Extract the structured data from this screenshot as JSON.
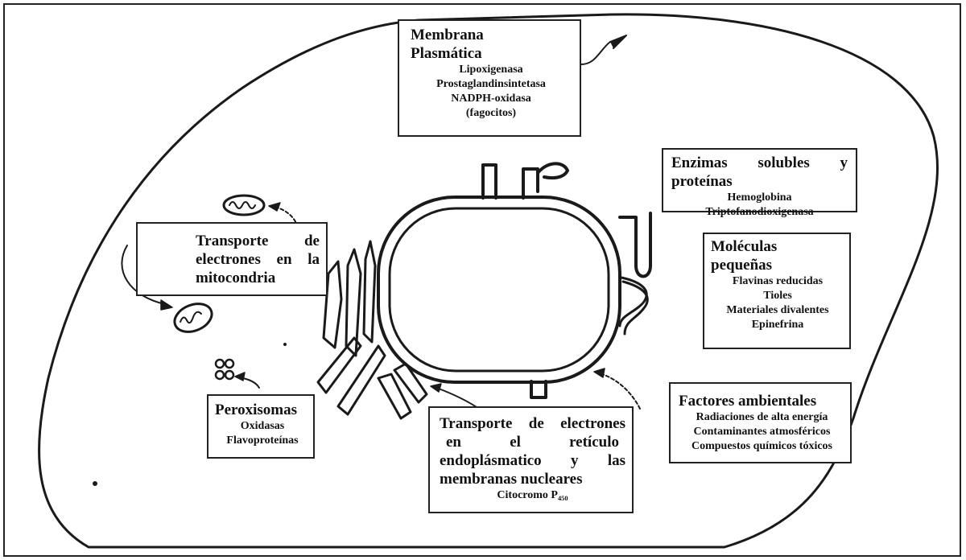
{
  "labels": {
    "membrana": {
      "title_1": "Membrana",
      "title_2": "Plasmática",
      "items": [
        "Lipoxigenasa",
        "Prostaglandinsintetasa",
        "NADPH-oxidasa",
        "(fagocitos)"
      ]
    },
    "enzimas": {
      "title_1": "Enzimas solubles y",
      "title_2": "proteínas",
      "items": [
        "Hemoglobina",
        "Triptofanodioxigenasa"
      ]
    },
    "moleculas": {
      "title_1": "Moléculas",
      "title_2": "pequeñas",
      "items": [
        "Flavinas reducidas",
        "Tioles",
        "Materiales divalentes",
        "Epinefrina"
      ]
    },
    "factores": {
      "title": "Factores ambientales",
      "items": [
        "Radiaciones de alta energía",
        "Contaminantes atmosféricos",
        "Compuestos químicos tóxicos"
      ]
    },
    "mitocondria": {
      "lines": [
        "Transporte de",
        "electrones en la",
        "mitocondria"
      ]
    },
    "peroxisomas": {
      "title": "Peroxisomas",
      "items": [
        "Oxidasas",
        "Flavoproteínas"
      ]
    },
    "reticulo": {
      "lines": [
        "Transporte de electrones",
        "en el retículo",
        "endoplásmatico y las",
        "membranas nucleares"
      ],
      "sub": "Citocromo P₄₅₀"
    }
  }
}
